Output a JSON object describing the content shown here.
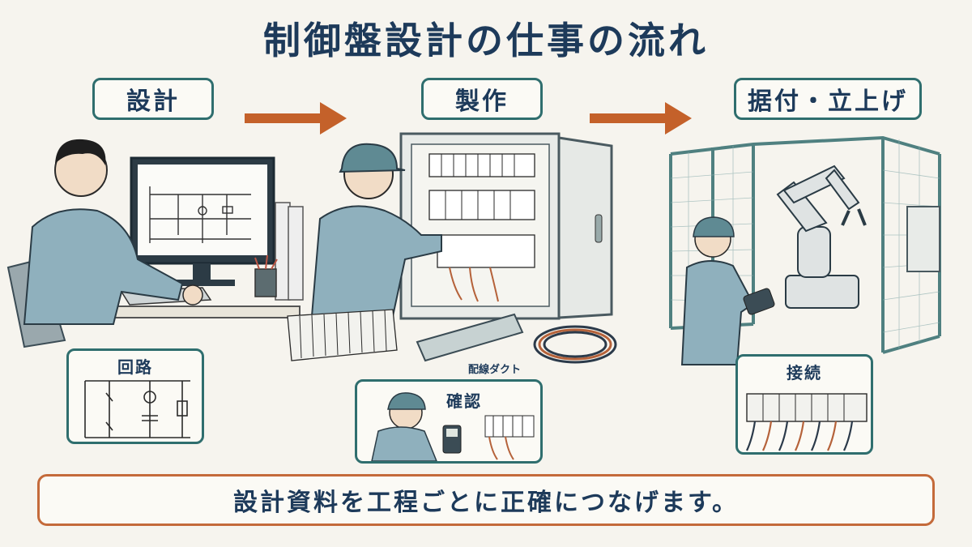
{
  "title": "制御盤設計の仕事の流れ",
  "stages": [
    {
      "label": "設計"
    },
    {
      "label": "製作"
    },
    {
      "label": "据付・立上げ"
    }
  ],
  "insets": {
    "circuit": "回路",
    "check": "確認",
    "connection": "接続"
  },
  "parts": {
    "duct": "配線ダクト"
  },
  "caption": "設計資料を工程ごとに正確につなげます。",
  "colors": {
    "accent_teal": "#2f6e6e",
    "arrow_orange": "#c4612a",
    "navy_text": "#1d3a5a",
    "worker_blue": "#8fb0bd"
  }
}
